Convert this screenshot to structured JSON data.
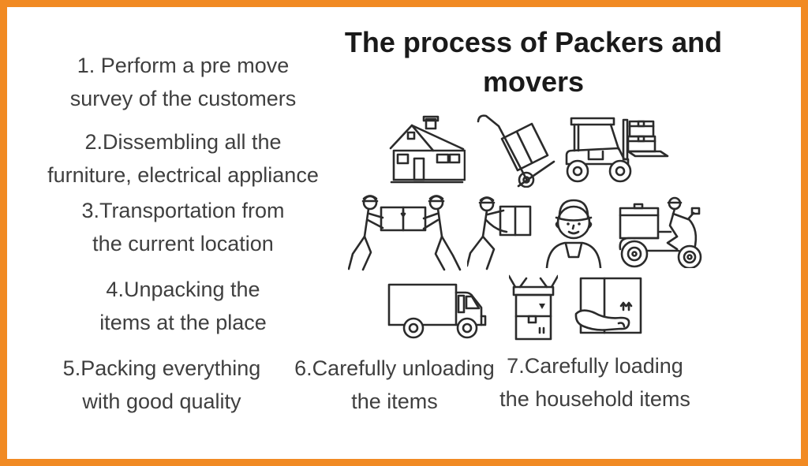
{
  "title": {
    "line1": "The process of Packers and",
    "line2": "movers"
  },
  "steps": [
    {
      "id": 1,
      "line1": "1. Perform a pre move",
      "line2": "survey of the customers"
    },
    {
      "id": 2,
      "line1": "2.Dissembling all the",
      "line2": "furniture, electrical appliance"
    },
    {
      "id": 3,
      "line1": "3.Transportation from",
      "line2": "the current location"
    },
    {
      "id": 4,
      "line1": "4.Unpacking the",
      "line2": "items at the place"
    },
    {
      "id": 5,
      "line1": "5.Packing everything",
      "line2": "with good quality"
    },
    {
      "id": 6,
      "line1": "6.Carefully unloading",
      "line2": "the items"
    },
    {
      "id": 7,
      "line1": "7.Carefully loading",
      "line2": "the household items"
    }
  ],
  "icons": [
    "house-icon",
    "hand-truck-icon",
    "forklift-icon",
    "movers-carrying-box-icon",
    "worker-carrying-box-icon",
    "delivery-man-icon",
    "delivery-scooter-icon",
    "moving-truck-icon",
    "open-box-icon",
    "hand-moving-box-icon"
  ],
  "colors": {
    "border": "#F18A23",
    "background": "#ffffff",
    "title_text": "#1a1a1a",
    "body_text": "#3f3f3f",
    "icon_stroke": "#2b2b2b"
  }
}
